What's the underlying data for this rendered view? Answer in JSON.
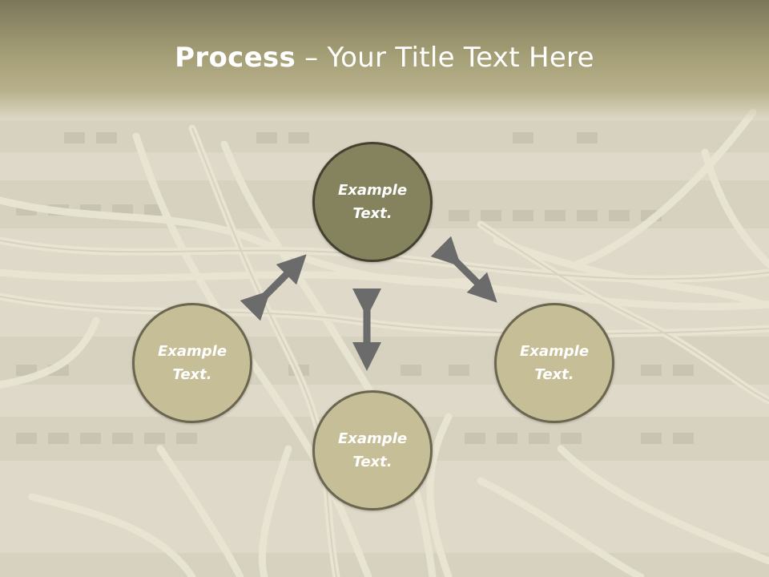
{
  "slide": {
    "title_bold": "Process",
    "title_rest": " – Your Title Text Here"
  },
  "nodes": [
    {
      "id": "top",
      "label": "Example Text."
    },
    {
      "id": "left",
      "label": "Example Text."
    },
    {
      "id": "bottom",
      "label": "Example Text."
    },
    {
      "id": "right",
      "label": "Example Text."
    }
  ],
  "colors": {
    "primary_node": "#84835e",
    "secondary_node": "#c6be96",
    "arrow": "#6b6b6b",
    "header": "#a49e76"
  },
  "icons": {
    "arrow": "double-headed-arrow",
    "background": "network-cable-patch-panel-photo"
  }
}
